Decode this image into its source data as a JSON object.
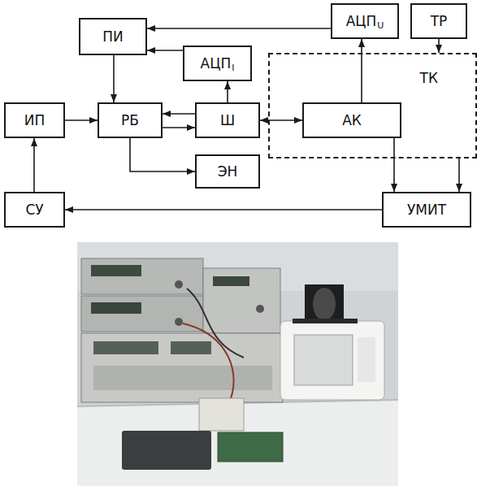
{
  "diagram": {
    "nodes": [
      {
        "text": [
          "ПИ"
        ]
      },
      {
        "text": [
          "АЦП",
          "U"
        ]
      },
      {
        "text": [
          "ТР"
        ]
      },
      {
        "text": [
          "АЦП",
          "I"
        ]
      },
      {
        "text": [
          "ТК"
        ]
      },
      {
        "text": [
          "ИП"
        ]
      },
      {
        "text": [
          "РБ"
        ]
      },
      {
        "text": [
          "Ш"
        ]
      },
      {
        "text": [
          "АК"
        ],
        "in": 4
      },
      {
        "text": [
          "ЭН"
        ]
      },
      {
        "text": [
          "СУ"
        ]
      },
      {
        "text": [
          "УМИТ"
        ]
      }
    ],
    "edges": [
      {
        "from": 1,
        "to": 0,
        "arrow": "to"
      },
      {
        "from": 3,
        "to": 0,
        "arrow": "to"
      },
      {
        "from": 2,
        "to": 4,
        "arrow": "to"
      },
      {
        "from": 8,
        "to": 1,
        "arrow": "to"
      },
      {
        "from": 5,
        "to": 6,
        "arrow": "to"
      },
      {
        "from": 0,
        "to": 6,
        "arrow": "to"
      },
      {
        "from": 7,
        "to": 6,
        "arrow": "to"
      },
      {
        "from": 6,
        "to": 7,
        "arrow": "to"
      },
      {
        "from": 7,
        "to": 8,
        "arrow": "both"
      },
      {
        "from": 7,
        "to": 3,
        "arrow": "to"
      },
      {
        "from": 6,
        "to": 9,
        "arrow": "to"
      },
      {
        "from": 8,
        "to": 11,
        "arrow": "to"
      },
      {
        "from": 4,
        "to": 11,
        "arrow": "to"
      },
      {
        "from": 11,
        "to": 10,
        "arrow": "to"
      },
      {
        "from": 10,
        "to": 5,
        "arrow": "to"
      }
    ]
  }
}
